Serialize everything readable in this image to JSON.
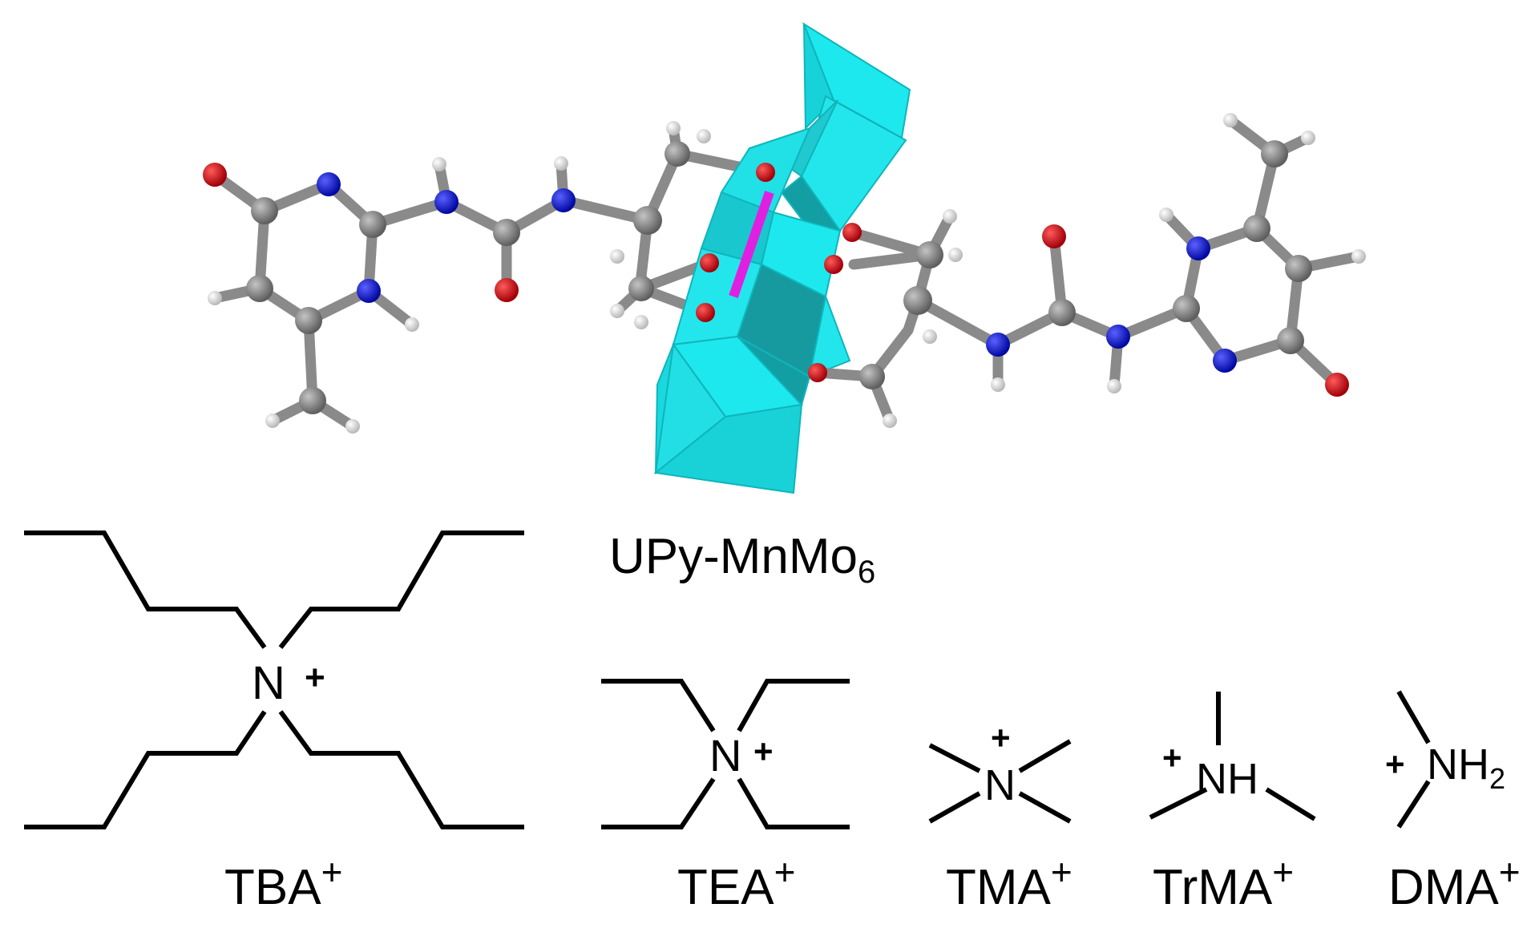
{
  "figure": {
    "complex_label": "UPy-MnMo",
    "complex_subscript": "6",
    "cations": {
      "tba": {
        "name": "TBA",
        "charge": "+",
        "atom": "N",
        "atom_charge": "+"
      },
      "tea": {
        "name": "TEA",
        "charge": "+",
        "atom": "N",
        "atom_charge": "+"
      },
      "tma": {
        "name": "TMA",
        "charge": "+",
        "atom": "N",
        "atom_charge": "+"
      },
      "trma": {
        "name": "TrMA",
        "charge": "+",
        "atom": "NH",
        "atom_charge": "+"
      },
      "dma": {
        "name": "DMA",
        "charge": "+",
        "atom": "NH",
        "atom_subscript": "2",
        "atom_charge": "+"
      }
    },
    "colors": {
      "polyhedra": "#1de8ee",
      "carbon": "#8a8a8a",
      "nitrogen": "#1018d8",
      "oxygen": "#e00010",
      "hydrogen": "#f4f4f4",
      "manganese": "#e020e0",
      "bond_line": "#000000"
    }
  }
}
